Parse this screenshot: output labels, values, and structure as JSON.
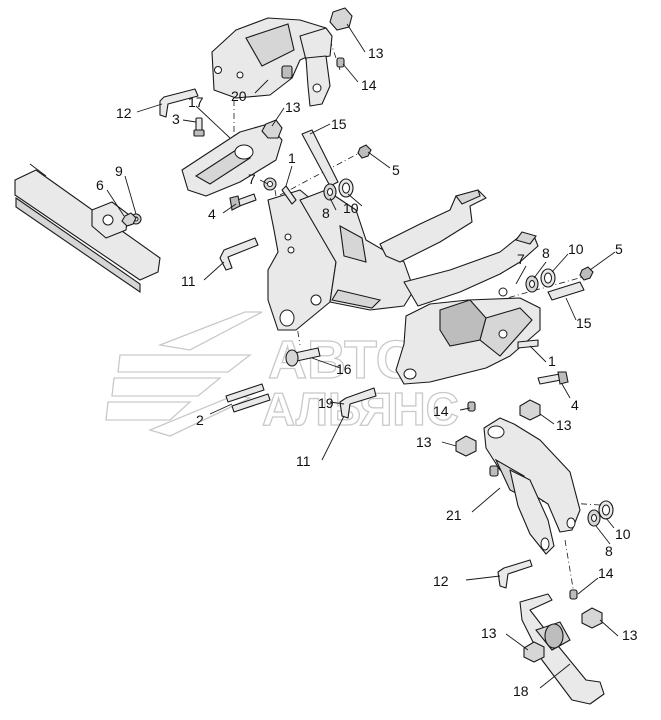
{
  "watermark": {
    "line1": "АВТО",
    "line2": "АЛЬЯНС"
  },
  "callouts": [
    {
      "id": "c13a",
      "text": "13"
    },
    {
      "id": "c14a",
      "text": "14"
    },
    {
      "id": "c20",
      "text": "20"
    },
    {
      "id": "c12a",
      "text": "12"
    },
    {
      "id": "c17",
      "text": "17"
    },
    {
      "id": "c3",
      "text": "3"
    },
    {
      "id": "c13b",
      "text": "13"
    },
    {
      "id": "c15a",
      "text": "15"
    },
    {
      "id": "c9",
      "text": "9"
    },
    {
      "id": "c6",
      "text": "6"
    },
    {
      "id": "c1a",
      "text": "1"
    },
    {
      "id": "c5a",
      "text": "5"
    },
    {
      "id": "c7a",
      "text": "7"
    },
    {
      "id": "c8a",
      "text": "8"
    },
    {
      "id": "c10a",
      "text": "10"
    },
    {
      "id": "c4a",
      "text": "4"
    },
    {
      "id": "c11a",
      "text": "11"
    },
    {
      "id": "c8b",
      "text": "8"
    },
    {
      "id": "c10b",
      "text": "10"
    },
    {
      "id": "c5b",
      "text": "5"
    },
    {
      "id": "c7b",
      "text": "7"
    },
    {
      "id": "c15b",
      "text": "15"
    },
    {
      "id": "c1b",
      "text": "1"
    },
    {
      "id": "c16",
      "text": "16"
    },
    {
      "id": "c2",
      "text": "2"
    },
    {
      "id": "c19",
      "text": "19"
    },
    {
      "id": "c14b",
      "text": "14"
    },
    {
      "id": "c4b",
      "text": "4"
    },
    {
      "id": "c13c",
      "text": "13"
    },
    {
      "id": "c13d",
      "text": "13"
    },
    {
      "id": "c11b",
      "text": "11"
    },
    {
      "id": "c21",
      "text": "21"
    },
    {
      "id": "c10c",
      "text": "10"
    },
    {
      "id": "c8c",
      "text": "8"
    },
    {
      "id": "c12b",
      "text": "12"
    },
    {
      "id": "c14c",
      "text": "14"
    },
    {
      "id": "c13e",
      "text": "13"
    },
    {
      "id": "c13f",
      "text": "13"
    },
    {
      "id": "c18",
      "text": "18"
    }
  ]
}
